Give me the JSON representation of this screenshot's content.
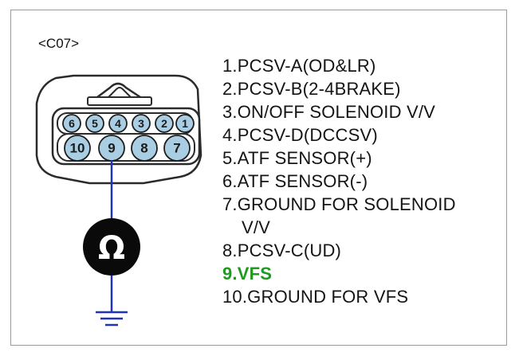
{
  "connector": {
    "label": "<C07>"
  },
  "pins_top": [
    "6",
    "5",
    "4",
    "3",
    "2",
    "1"
  ],
  "pins_bottom": [
    "10",
    "9",
    "8",
    "7"
  ],
  "meter_symbol": "Ω",
  "pin_list": [
    "1.PCSV-A(OD&LR)",
    "2.PCSV-B(2-4BRAKE)",
    "3.ON/OFF SOLENOID V/V",
    "4.PCSV-D(DCCSV)",
    "5.ATF SENSOR(+)",
    "6.ATF SENSOR(-)",
    "7.GROUND FOR SOLENOID",
    "V/V",
    "8.PCSV-C(UD)",
    "9.VFS",
    "10.GROUND FOR VFS"
  ],
  "colors": {
    "pin_fill": "#a9cde3",
    "wire": "#2233bb",
    "highlight_text": "#1f9a1f"
  }
}
